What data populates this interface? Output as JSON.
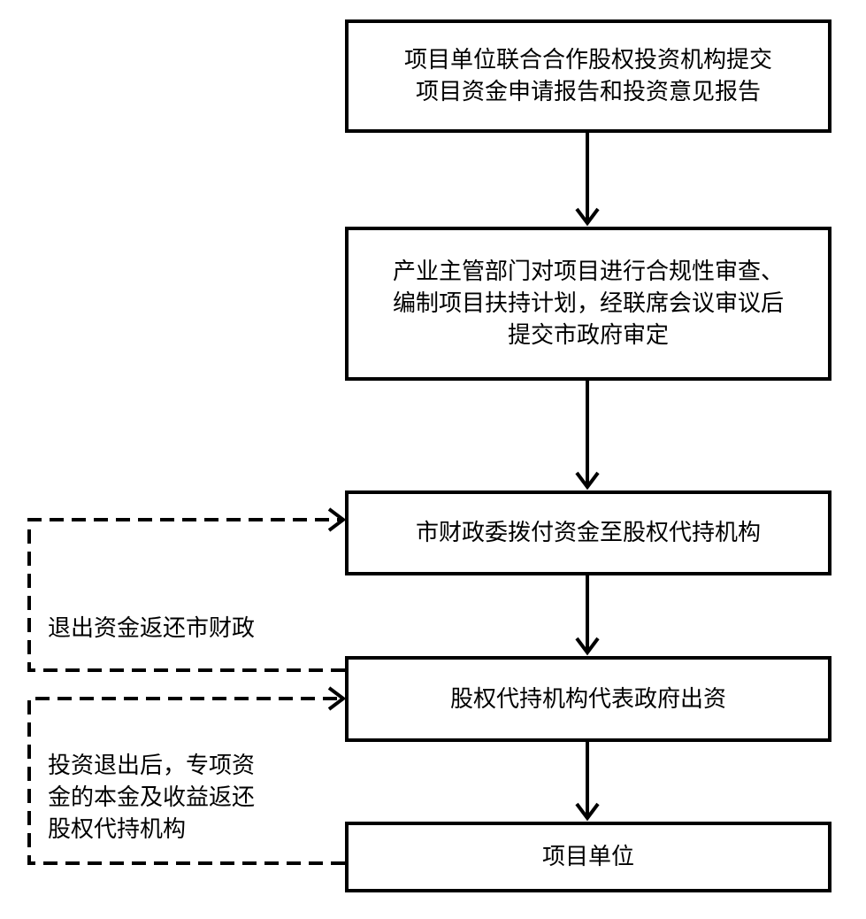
{
  "nodes": {
    "step1": "项目单位联合合作股权投资机构提交\n项目资金申请报告和投资意见报告",
    "step2": "产业主管部门对项目进行合规性审查、\n编制项目扶持计划，经联席会议审议后\n提交市政府审定",
    "step3": "市财政委拨付资金至股权代持机构",
    "step4": "股权代持机构代表政府出资",
    "step5": "项目单位"
  },
  "feedback": {
    "to_finance": "退出资金返还市财政",
    "to_holder": "投资退出后，专项资\n金的本金及收益返还\n股权代持机构"
  }
}
